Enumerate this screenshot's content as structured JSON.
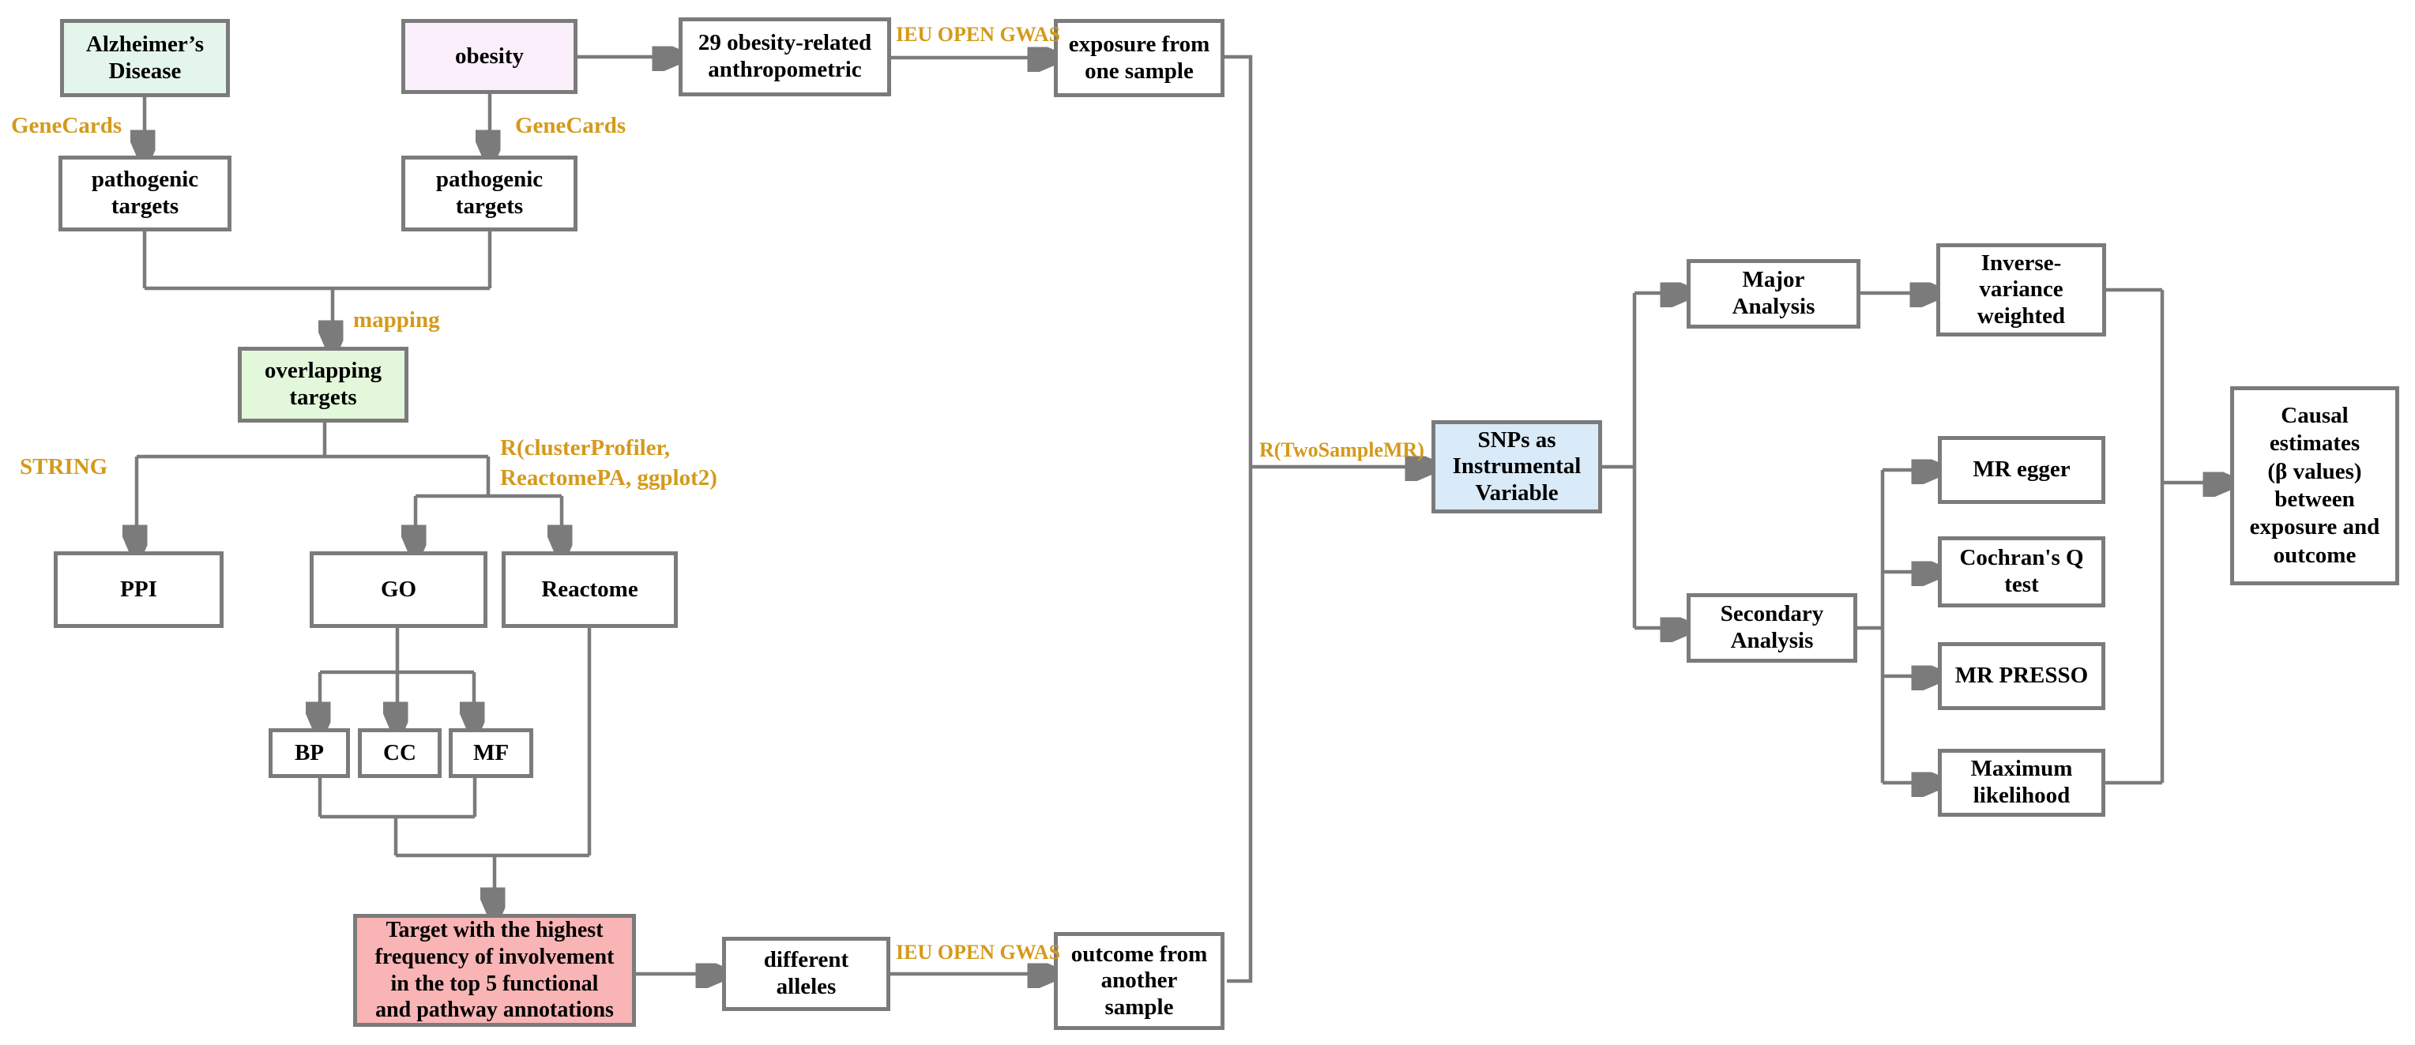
{
  "diagram": {
    "colors": {
      "mint_green": "#e4f5ec",
      "pale_pink": "#fbeffb",
      "light_green": "#e3f8da",
      "light_blue": "#d9eaf8",
      "salmon_pink": "#f9b4b5",
      "white": "#ffffff",
      "label_orange": "#d49a1b",
      "line_gray": "#7b7b7b",
      "text_black": "#000000"
    },
    "nodes": {
      "alzheimers": {
        "label": "Alzheimer’s\nDisease",
        "fill": "#e4f5ec"
      },
      "obesity": {
        "label": "obesity",
        "fill": "#fbeffb"
      },
      "anthropometric": {
        "label": "29 obesity-related\nanthropometric",
        "fill": "#ffffff"
      },
      "exposure": {
        "label": "exposure from\none sample",
        "fill": "#ffffff"
      },
      "pathogenic_ad": {
        "label": "pathogenic\ntargets",
        "fill": "#ffffff"
      },
      "pathogenic_ob": {
        "label": "pathogenic\ntargets",
        "fill": "#ffffff"
      },
      "overlapping": {
        "label": "overlapping\ntargets",
        "fill": "#e3f8da"
      },
      "ppi": {
        "label": "PPI",
        "fill": "#ffffff"
      },
      "go": {
        "label": "GO",
        "fill": "#ffffff"
      },
      "reactome": {
        "label": "Reactome",
        "fill": "#ffffff"
      },
      "bp": {
        "label": "BP",
        "fill": "#ffffff"
      },
      "cc": {
        "label": "CC",
        "fill": "#ffffff"
      },
      "mf": {
        "label": "MF",
        "fill": "#ffffff"
      },
      "target": {
        "label": "Target with the highest\nfrequency of involvement\nin the top 5 functional\nand pathway annotations",
        "fill": "#f9b4b5"
      },
      "alleles": {
        "label": "different\nalleles",
        "fill": "#ffffff"
      },
      "outcome": {
        "label": "outcome from\nanother\nsample",
        "fill": "#ffffff"
      },
      "snps": {
        "label": "SNPs as\nInstrumental\nVariable",
        "fill": "#d9eaf8"
      },
      "major": {
        "label": "Major\nAnalysis",
        "fill": "#ffffff"
      },
      "ivw": {
        "label": "Inverse-\nvariance\nweighted",
        "fill": "#ffffff"
      },
      "secondary": {
        "label": "Secondary\nAnalysis",
        "fill": "#ffffff"
      },
      "egger": {
        "label": "MR egger",
        "fill": "#ffffff"
      },
      "cochran": {
        "label": "Cochran's Q\ntest",
        "fill": "#ffffff"
      },
      "presso": {
        "label": "MR PRESSO",
        "fill": "#ffffff"
      },
      "ml": {
        "label": "Maximum\nlikelihood",
        "fill": "#ffffff"
      },
      "causal": {
        "label": "Causal\nestimates\n(β values)\nbetween\nexposure and\noutcome",
        "fill": "#ffffff"
      }
    },
    "edge_labels": {
      "genecards_ad": "GeneCards",
      "genecards_ob": "GeneCards",
      "ieu_exposure": "IEU OPEN GWAS",
      "mapping": "mapping",
      "string": "STRING",
      "r_cluster": "R(clusterProfiler,\nReactomePA, ggplot2)",
      "r_twosample": "R(TwoSampleMR)",
      "ieu_outcome": "IEU OPEN GWAS"
    }
  }
}
